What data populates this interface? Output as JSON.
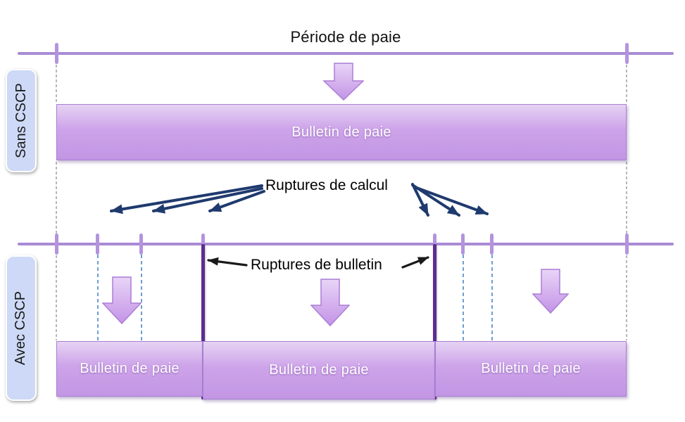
{
  "title": "Période de paie",
  "row_labels": {
    "sans": "Sans CSCP",
    "avec": "Avec CSCP"
  },
  "sans_row": {
    "bulletin": "Bulletin de paie"
  },
  "avec_row": {
    "bulletins": [
      "Bulletin de paie",
      "Bulletin de paie",
      "Bulletin de paie"
    ]
  },
  "annotations": {
    "ruptures_calcul": "Ruptures de calcul",
    "ruptures_bulletin": "Ruptures de bulletin"
  },
  "colors": {
    "bar_fill_top": "#e6d3f4",
    "bar_fill_bottom": "#c296e4",
    "bar_border": "#a87fd2",
    "timeline": "#a98bd3",
    "tick": "#b493de",
    "rupture_bulletin_line": "#5c2d91",
    "calc_arrow_navy": "#1f3a6e",
    "bulletin_arrow_black": "#1a1a1a",
    "calc_dashed_blue": "#4a86c8",
    "period_dashed_gray": "#9a9a9a",
    "row_label_fill": "#cdd9f6",
    "down_arrow_fill": "#cfa5ec",
    "down_arrow_border": "#ab7dd6"
  }
}
